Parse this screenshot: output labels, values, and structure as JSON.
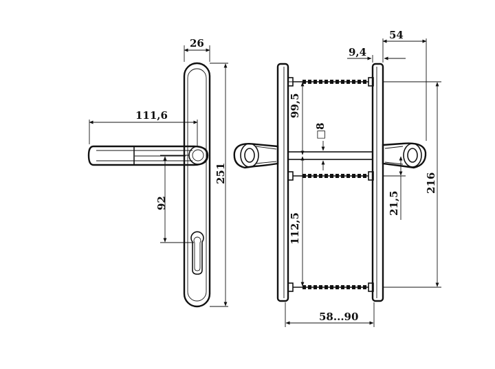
{
  "dimensions": {
    "plate_width": "26",
    "lever_length": "111,6",
    "lever_to_cylinder": "92",
    "plate_height": "251",
    "total_depth": "54",
    "rose_offset": "9,4",
    "top_screw": "99,5",
    "spindle_square": "□8",
    "lower_screw": "112,5",
    "bolt_center_offset": "21,5",
    "screw_spacing": "216",
    "door_thickness": "58...90"
  }
}
